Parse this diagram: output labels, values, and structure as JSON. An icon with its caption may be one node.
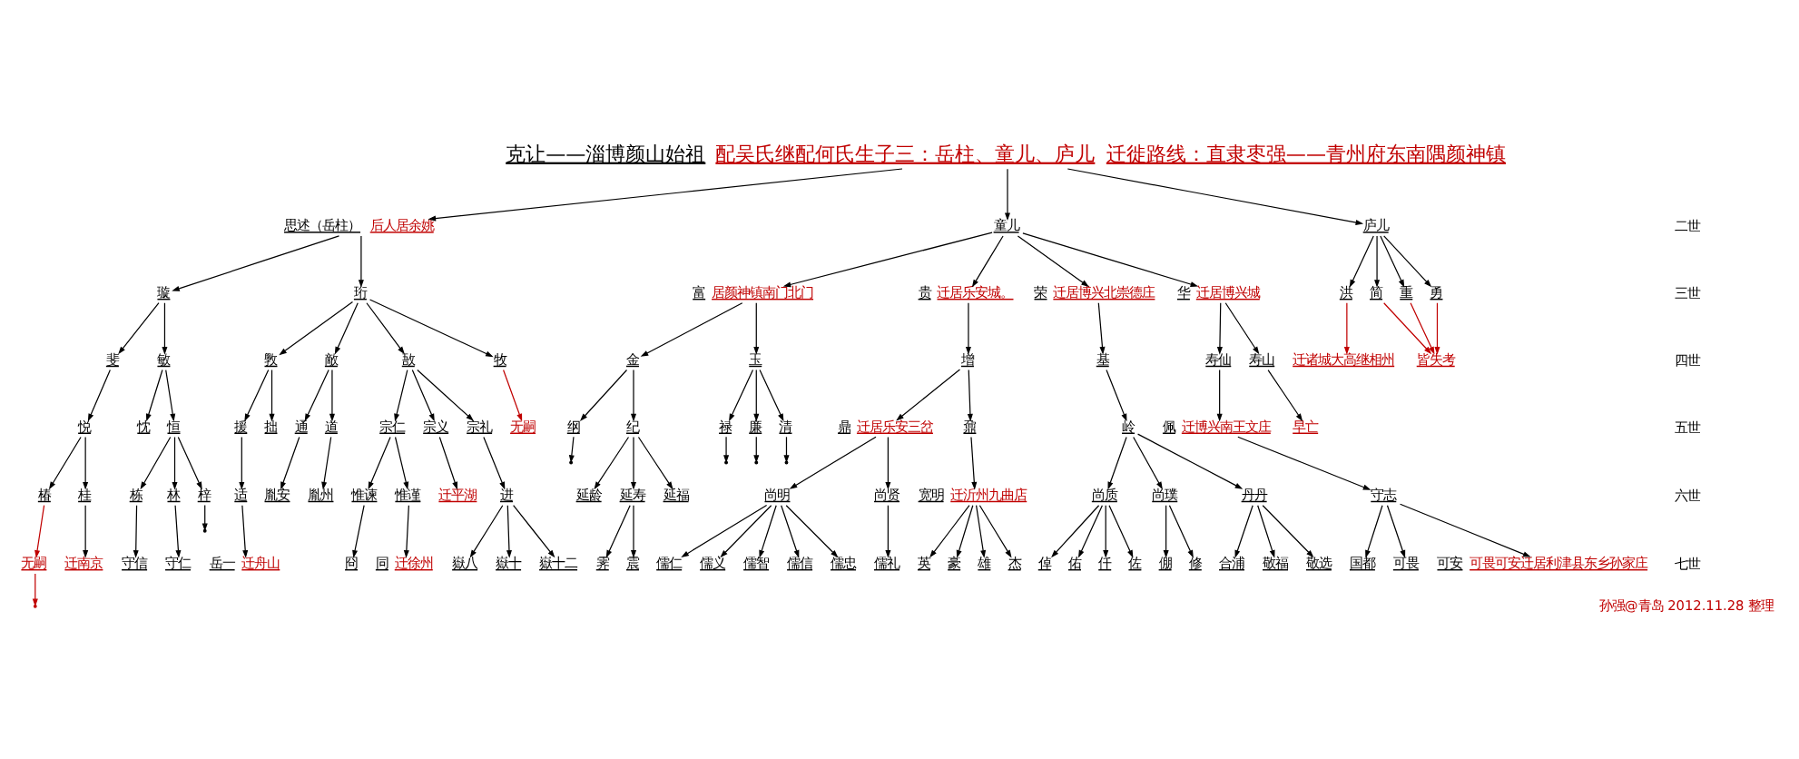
{
  "diagram": {
    "nodes": [
      {
        "text": [
          "克让——淄博颜山始祖"
        ],
        "beside": [
          "配吴氏继配何氏生子三：岳柱、童儿、庐儿",
          "迁徙路线：直隶枣强——青州府东南隅颜神镇"
        ]
      },
      {
        "text": [
          "思述（岳柱）"
        ],
        "beside": [
          "后人居余姚"
        ]
      },
      {
        "text": [
          "童儿"
        ]
      },
      {
        "text": [
          "庐儿"
        ]
      },
      {
        "text": [
          "璇"
        ]
      },
      {
        "text": [
          "珩"
        ]
      },
      {
        "text": [
          "富"
        ],
        "beside": [
          "居颜神镇南门北门"
        ]
      },
      {
        "text": [
          "贵"
        ],
        "beside": [
          "迁居乐安城。"
        ]
      },
      {
        "text": [
          "荣"
        ],
        "beside": [
          "迁居博兴北崇德庄"
        ]
      },
      {
        "text": [
          "华"
        ],
        "beside": [
          "迁居博兴城"
        ]
      },
      {
        "text": [
          "洪"
        ]
      },
      {
        "text": [
          "简"
        ]
      },
      {
        "text": [
          "重"
        ]
      },
      {
        "text": [
          "勇"
        ]
      },
      {
        "text": [
          "皆失考"
        ]
      },
      {
        "text": [
          "迁诸城大高继相州"
        ]
      },
      {
        "text": [
          "斐"
        ]
      },
      {
        "text": [
          "敏"
        ]
      },
      {
        "text": [
          "斆"
        ]
      },
      {
        "text": [
          "敵"
        ]
      },
      {
        "text": [
          "敔"
        ]
      },
      {
        "text": [
          "牧"
        ]
      },
      {
        "text": [
          "无嗣"
        ]
      },
      {
        "text": [
          "金"
        ]
      },
      {
        "text": [
          "玉"
        ]
      },
      {
        "text": [
          "增"
        ]
      },
      {
        "text": [
          "基"
        ]
      },
      {
        "text": [
          "寿仙"
        ]
      },
      {
        "text": [
          "寿山"
        ]
      },
      {
        "text": [
          "早亡"
        ]
      },
      {
        "text": [
          "悦"
        ]
      },
      {
        "text": [
          "忱"
        ]
      },
      {
        "text": [
          "恒"
        ]
      },
      {
        "text": [
          "援"
        ]
      },
      {
        "text": [
          "拙"
        ]
      },
      {
        "text": [
          "通"
        ]
      },
      {
        "text": [
          "道"
        ]
      },
      {
        "text": [
          "宗仁"
        ]
      },
      {
        "text": [
          "宗义"
        ]
      },
      {
        "text": [
          "宗礼"
        ]
      },
      {
        "text": [
          "纲"
        ]
      },
      {
        "text": [
          "纪"
        ]
      },
      {
        "text": [
          "禄"
        ]
      },
      {
        "text": [
          "廉"
        ]
      },
      {
        "text": [
          "清"
        ]
      },
      {
        "text": [
          "鼎"
        ],
        "beside": [
          "迁居乐安三岔"
        ]
      },
      {
        "text": [
          "鼐"
        ]
      },
      {
        "text": [
          "岭"
        ]
      },
      {
        "text": [
          "佩"
        ],
        "beside": [
          "迁博兴南王文庄"
        ]
      },
      {
        "text": [
          "椿"
        ]
      },
      {
        "text": [
          "桂"
        ]
      },
      {
        "text": [
          "栋"
        ]
      },
      {
        "text": [
          "林"
        ]
      },
      {
        "text": [
          "梓"
        ]
      },
      {
        "text": [
          "适"
        ]
      },
      {
        "text": [
          "胤安"
        ]
      },
      {
        "text": [
          "胤州"
        ]
      },
      {
        "text": [
          "惟谏"
        ]
      },
      {
        "text": [
          "惟谨"
        ]
      },
      {
        "text": [
          "迁平湖"
        ]
      },
      {
        "text": [
          "进"
        ]
      },
      {
        "text": [
          "延龄"
        ]
      },
      {
        "text": [
          "延寿"
        ]
      },
      {
        "text": [
          "延福"
        ]
      },
      {
        "text": [
          "尚明"
        ]
      },
      {
        "text": [
          "尚贤"
        ]
      },
      {
        "text": [
          "宽明"
        ],
        "beside": [
          "迁沂州九曲店"
        ]
      },
      {
        "text": [
          "尚质"
        ]
      },
      {
        "text": [
          "尚璞"
        ]
      },
      {
        "text": [
          "丹丹"
        ]
      },
      {
        "text": [
          "守志"
        ]
      },
      {
        "text": [
          "无嗣"
        ]
      },
      {
        "text": [
          "迁南京"
        ]
      },
      {
        "text": [
          "守信"
        ]
      },
      {
        "text": [
          "守仁"
        ]
      },
      {
        "text": [
          "岳一"
        ],
        "beside": [
          "迁舟山"
        ]
      },
      {
        "text": [
          "冏"
        ]
      },
      {
        "text": [
          "同"
        ],
        "beside": [
          "迁徐州"
        ]
      },
      {
        "text": [
          "嶽八"
        ]
      },
      {
        "text": [
          "嶽十"
        ]
      },
      {
        "text": [
          "嶽十二"
        ]
      },
      {
        "text": [
          "霁"
        ]
      },
      {
        "text": [
          "震"
        ]
      },
      {
        "text": [
          "儒仁"
        ]
      },
      {
        "text": [
          "儒义"
        ]
      },
      {
        "text": [
          "儒智"
        ]
      },
      {
        "text": [
          "儒信"
        ]
      },
      {
        "text": [
          "儒忠"
        ]
      },
      {
        "text": [
          "儒礼"
        ]
      },
      {
        "text": [
          "英"
        ]
      },
      {
        "text": [
          "豪"
        ]
      },
      {
        "text": [
          "雄"
        ]
      },
      {
        "text": [
          "杰"
        ]
      },
      {
        "text": [
          "倬"
        ]
      },
      {
        "text": [
          "佑"
        ]
      },
      {
        "text": [
          "仟"
        ]
      },
      {
        "text": [
          "佐"
        ]
      },
      {
        "text": [
          "倗"
        ]
      },
      {
        "text": [
          "修"
        ]
      },
      {
        "text": [
          "合浦"
        ]
      },
      {
        "text": [
          "敬福"
        ]
      },
      {
        "text": [
          "敬选"
        ]
      },
      {
        "text": [
          "国都"
        ]
      },
      {
        "text": [
          "可畏"
        ]
      },
      {
        "text": [
          "可安"
        ],
        "beside": [
          "可畏可安迁居利津县东乡孙家庄"
        ]
      }
    ],
    "edges": [
      {
        "from": 0,
        "to": 1,
        "arrow": "to"
      },
      {
        "from": 0,
        "to": 2,
        "arrow": "to"
      },
      {
        "from": 0,
        "to": 3,
        "arrow": "to"
      },
      {
        "from": 1,
        "to": 4,
        "arrow": "to"
      },
      {
        "from": 1,
        "to": 5,
        "arrow": "to"
      },
      {
        "from": 2,
        "to": 6,
        "arrow": "to"
      },
      {
        "from": 2,
        "to": 7,
        "arrow": "to"
      },
      {
        "from": 2,
        "to": 8,
        "arrow": "to"
      },
      {
        "from": 2,
        "to": 9,
        "arrow": "to"
      },
      {
        "from": 3,
        "to": 10,
        "arrow": "to"
      },
      {
        "from": 3,
        "to": 11,
        "arrow": "to"
      },
      {
        "from": 3,
        "to": 12,
        "arrow": "to"
      },
      {
        "from": 3,
        "to": 13,
        "arrow": "to"
      },
      {
        "from": 11,
        "to": 14,
        "arrow": "to",
        "color": "#c00000"
      },
      {
        "from": 12,
        "to": 14,
        "arrow": "to",
        "color": "#c00000"
      },
      {
        "from": 13,
        "to": 14,
        "arrow": "to",
        "color": "#c00000"
      },
      {
        "from": 10,
        "to": 15,
        "arrow": "to",
        "color": "#c00000"
      },
      {
        "from": 4,
        "to": 16,
        "arrow": "to"
      },
      {
        "from": 4,
        "to": 17,
        "arrow": "to"
      },
      {
        "from": 5,
        "to": 18,
        "arrow": "to"
      },
      {
        "from": 5,
        "to": 19,
        "arrow": "to"
      },
      {
        "from": 5,
        "to": 20,
        "arrow": "to"
      },
      {
        "from": 5,
        "to": 21,
        "arrow": "to"
      },
      {
        "from": 21,
        "to": 22,
        "arrow": "to",
        "color": "#c00000"
      },
      {
        "from": 6,
        "to": 23,
        "arrow": "to"
      },
      {
        "from": 6,
        "to": 24,
        "arrow": "to"
      },
      {
        "from": 7,
        "to": 25,
        "arrow": "to"
      },
      {
        "from": 8,
        "to": 26,
        "arrow": "to"
      },
      {
        "from": 9,
        "to": 27,
        "arrow": "to"
      },
      {
        "from": 9,
        "to": 28,
        "arrow": "to"
      },
      {
        "from": 28,
        "to": 29,
        "arrow": "to"
      },
      {
        "from": 16,
        "to": 30,
        "arrow": "to"
      },
      {
        "from": 17,
        "to": 31,
        "arrow": "to"
      },
      {
        "from": 17,
        "to": 32,
        "arrow": "to"
      },
      {
        "from": 18,
        "to": 33,
        "arrow": "to"
      },
      {
        "from": 18,
        "to": 34,
        "arrow": "to"
      },
      {
        "from": 19,
        "to": 35,
        "arrow": "to"
      },
      {
        "from": 19,
        "to": 36,
        "arrow": "to"
      },
      {
        "from": 20,
        "to": 37,
        "arrow": "to"
      },
      {
        "from": 20,
        "to": 38,
        "arrow": "to"
      },
      {
        "from": 20,
        "to": 39,
        "arrow": "to"
      },
      {
        "from": 23,
        "to": 40,
        "arrow": "to"
      },
      {
        "from": 23,
        "to": 41,
        "arrow": "to"
      },
      {
        "from": 24,
        "to": 42,
        "arrow": "to"
      },
      {
        "from": 24,
        "to": 43,
        "arrow": "to"
      },
      {
        "from": 24,
        "to": 44,
        "arrow": "to"
      },
      {
        "from": 25,
        "to": 45,
        "arrow": "to"
      },
      {
        "from": 25,
        "to": 46,
        "arrow": "to"
      },
      {
        "from": 26,
        "to": 47,
        "arrow": "to"
      },
      {
        "from": 27,
        "to": 48,
        "arrow": "to"
      },
      {
        "from": 30,
        "to": 49,
        "arrow": "to"
      },
      {
        "from": 30,
        "to": 50,
        "arrow": "to"
      },
      {
        "from": 32,
        "to": 51,
        "arrow": "to"
      },
      {
        "from": 32,
        "to": 52,
        "arrow": "to"
      },
      {
        "from": 32,
        "to": 53,
        "arrow": "to"
      },
      {
        "from": 33,
        "to": 54,
        "arrow": "to"
      },
      {
        "from": 35,
        "to": 55,
        "arrow": "to"
      },
      {
        "from": 36,
        "to": 56,
        "arrow": "to"
      },
      {
        "from": 37,
        "to": 57,
        "arrow": "to"
      },
      {
        "from": 37,
        "to": 58,
        "arrow": "to"
      },
      {
        "from": 38,
        "to": 59,
        "arrow": "to"
      },
      {
        "from": 39,
        "to": 60,
        "arrow": "to"
      },
      {
        "from": 41,
        "to": 61,
        "arrow": "to"
      },
      {
        "from": 41,
        "to": 62,
        "arrow": "to"
      },
      {
        "from": 41,
        "to": 63,
        "arrow": "to"
      },
      {
        "from": 40,
        "to": null,
        "arrow": "to"
      },
      {
        "from": 42,
        "to": null,
        "arrow": "to"
      },
      {
        "from": 43,
        "to": null,
        "arrow": "to"
      },
      {
        "from": 44,
        "to": null,
        "arrow": "to"
      },
      {
        "from": 45,
        "to": 64,
        "arrow": "to"
      },
      {
        "from": 45,
        "to": 65,
        "arrow": "to"
      },
      {
        "from": 46,
        "to": 66,
        "arrow": "to"
      },
      {
        "from": 47,
        "to": 67,
        "arrow": "to"
      },
      {
        "from": 47,
        "to": 68,
        "arrow": "to"
      },
      {
        "from": 47,
        "to": 69,
        "arrow": "to"
      },
      {
        "from": 48,
        "to": 70,
        "arrow": "to"
      },
      {
        "from": 49,
        "to": 71,
        "arrow": "to",
        "color": "#c00000"
      },
      {
        "from": 50,
        "to": 72,
        "arrow": "to"
      },
      {
        "from": 51,
        "to": 73,
        "arrow": "to"
      },
      {
        "from": 52,
        "to": 74,
        "arrow": "to"
      },
      {
        "from": 53,
        "to": null,
        "arrow": "to"
      },
      {
        "from": 54,
        "to": 75,
        "arrow": "to"
      },
      {
        "from": 57,
        "to": 76,
        "arrow": "to"
      },
      {
        "from": 58,
        "to": 77,
        "arrow": "to"
      },
      {
        "from": 60,
        "to": 78,
        "arrow": "to"
      },
      {
        "from": 60,
        "to": 79,
        "arrow": "to"
      },
      {
        "from": 60,
        "to": 80,
        "arrow": "to"
      },
      {
        "from": 62,
        "to": 81,
        "arrow": "to"
      },
      {
        "from": 62,
        "to": 82,
        "arrow": "to"
      },
      {
        "from": 71,
        "to": null,
        "arrow": "to",
        "color": "#c00000"
      },
      {
        "from": 64,
        "to": 83,
        "arrow": "to"
      },
      {
        "from": 64,
        "to": 84,
        "arrow": "to"
      },
      {
        "from": 64,
        "to": 85,
        "arrow": "to"
      },
      {
        "from": 64,
        "to": 86,
        "arrow": "to"
      },
      {
        "from": 64,
        "to": 87,
        "arrow": "to"
      },
      {
        "from": 65,
        "to": 88,
        "arrow": "to"
      },
      {
        "from": 66,
        "to": 89,
        "arrow": "to"
      },
      {
        "from": 66,
        "to": 90,
        "arrow": "to"
      },
      {
        "from": 66,
        "to": 91,
        "arrow": "to"
      },
      {
        "from": 66,
        "to": 92,
        "arrow": "to"
      },
      {
        "from": 67,
        "to": 93,
        "arrow": "to"
      },
      {
        "from": 67,
        "to": 94,
        "arrow": "to"
      },
      {
        "from": 67,
        "to": 95,
        "arrow": "to"
      },
      {
        "from": 67,
        "to": 96,
        "arrow": "to"
      },
      {
        "from": 68,
        "to": 97,
        "arrow": "to"
      },
      {
        "from": 68,
        "to": 98,
        "arrow": "to"
      },
      {
        "from": 69,
        "to": 99,
        "arrow": "to"
      },
      {
        "from": 69,
        "to": 100,
        "arrow": "to"
      },
      {
        "from": 69,
        "to": 101,
        "arrow": "to"
      },
      {
        "from": 70,
        "to": 102,
        "arrow": "to"
      },
      {
        "from": 70,
        "to": 103,
        "arrow": "to"
      },
      {
        "from": 70,
        "to": 104,
        "arrow": "to"
      }
    ],
    "labels": [
      "二世",
      "三世",
      "四世",
      "五世",
      "六世",
      "七世",
      "孙强@青岛 2012.11.28 整理"
    ]
  }
}
